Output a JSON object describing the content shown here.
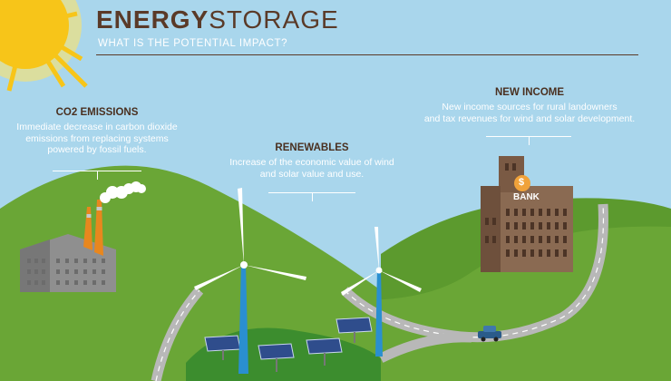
{
  "header": {
    "title_bold": "ENERGY",
    "title_light": "STORAGE",
    "subtitle": "WHAT IS THE POTENTIAL IMPACT?"
  },
  "co2": {
    "title": "CO2 EMISSIONS",
    "lines": [
      "Immediate decrease in carbon dioxide",
      "emissions from replacing systems",
      "powered by fossil fuels."
    ]
  },
  "renewables": {
    "title": "RENEWABLES",
    "lines": [
      "Increase of the economic value of wind",
      "and solar value and use."
    ]
  },
  "income": {
    "title": "NEW INCOME",
    "lines": [
      "New income sources for rural landowners",
      "and tax revenues for wind and solar development."
    ]
  },
  "bank": {
    "label": "BANK",
    "coin": "$"
  },
  "colors": {
    "sky": "#a9d6ec",
    "grass": "#6aa636",
    "grass_dark": "#4f8a27",
    "sun": "#f7c519",
    "title_brown": "#5a3a28",
    "turbine_blue": "#2a8fd0",
    "bank_brown": "#7a5a44"
  }
}
